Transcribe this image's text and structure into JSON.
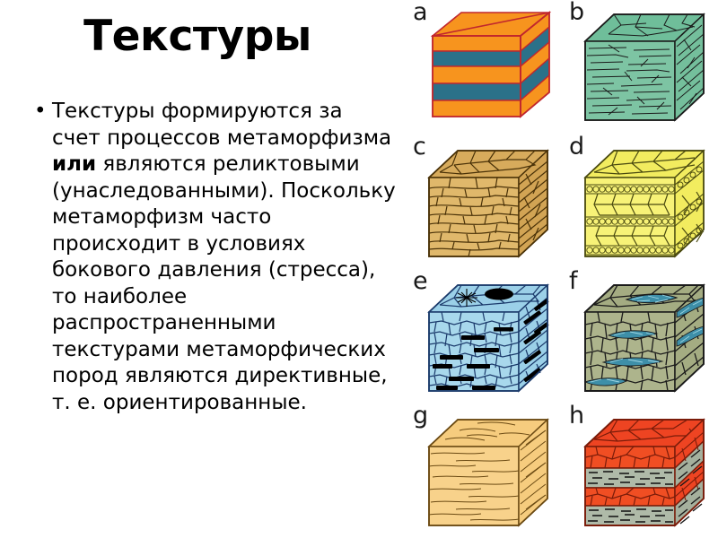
{
  "slide": {
    "title": "Текстуры",
    "background_color": "#FFFFFF",
    "text_color": "#000000",
    "bullets": [
      {
        "marker": "•",
        "segments": [
          {
            "text": "Текстуры формируются за счет процессов метаморфизма ",
            "bold": false
          },
          {
            "text": "или",
            "bold": true
          },
          {
            "text": " являются реликтовыми (унаследованными). Поскольку метаморфизм часто происходит в условиях бокового давления (стресса), то наиболее распространенными текстурами метаморфических пород являются директивные, т. е. ориентированные.",
            "bold": false
          }
        ]
      }
    ]
  },
  "figure": {
    "caption_letters": [
      "a",
      "b",
      "c",
      "d",
      "e",
      "f",
      "g",
      "h"
    ],
    "blocks": [
      {
        "label": "a",
        "name": "banded-texture-block",
        "description": "Полосчатая текстура: чередование оранжевых и синих полос",
        "colors": {
          "band_1": "#F7941E",
          "band_2": "#2B7189",
          "outline": "#C1272D",
          "top_face": "#F7941E"
        },
        "pattern": "alternating-bands"
      },
      {
        "label": "b",
        "name": "slaty-texture-block",
        "description": "Сланцеватая текстура: тонкие субпараллельные трещины",
        "colors": {
          "fill": "#7DC4A3",
          "outline": "#1A1A1A",
          "top_face": "#6FBE9A"
        },
        "pattern": "thin-parallel-fractures"
      },
      {
        "label": "c",
        "name": "lenticular-texture-block",
        "description": "Линзовидно-плоскостная текстура: сплющенные зерна",
        "colors": {
          "fill": "#E0B86B",
          "outline": "#4A3208",
          "top_face": "#D7AB5C"
        },
        "pattern": "flattened-grains"
      },
      {
        "label": "d",
        "name": "banded-grain-size-block",
        "description": "Полосчатая текстура: смена крупно- и мелкозернистых полос",
        "colors": {
          "fill": "#F7F277",
          "outline": "#4A4A10",
          "top_face": "#F2EC5F"
        },
        "pattern": "coarse-and-fine-bands"
      },
      {
        "label": "e",
        "name": "spotted-texture-block",
        "description": "Пятнистая текстура: тёмные удлинённые чешуйки и пятна",
        "colors": {
          "fill": "#A8D8EC",
          "outline": "#1B3A6B",
          "accent": "#000000",
          "top_face": "#9BD0E8"
        },
        "pattern": "granular-with-dark-flakes"
      },
      {
        "label": "f",
        "name": "lensoid-streak-block",
        "description": "Линзовидные прослои иного состава в зернистой массе",
        "colors": {
          "fill": "#ADB48C",
          "outline": "#1A1A1A",
          "accent": "#3E8FA8",
          "top_face": "#A4AC82"
        },
        "pattern": "granular-with-blue-lenses"
      },
      {
        "label": "g",
        "name": "fine-lineation-block",
        "description": "Тонкая линейность без зернистого рисунка",
        "colors": {
          "fill": "#F8D28B",
          "outline": "#6B4A13",
          "top_face": "#F6CC7E"
        },
        "pattern": "fine-horizontal-lines"
      },
      {
        "label": "h",
        "name": "composite-banded-block",
        "description": "Полосчатая текстура: красные зернистые и серо-зелёные тонкие полосы",
        "colors": {
          "band_1": "#F04E23",
          "band_2": "#AFBAA8",
          "outline": "#7A1C0A",
          "top_face_1": "#EE4422",
          "top_face_2": "#A5B09D"
        },
        "pattern": "red-and-grey-bands"
      }
    ]
  }
}
